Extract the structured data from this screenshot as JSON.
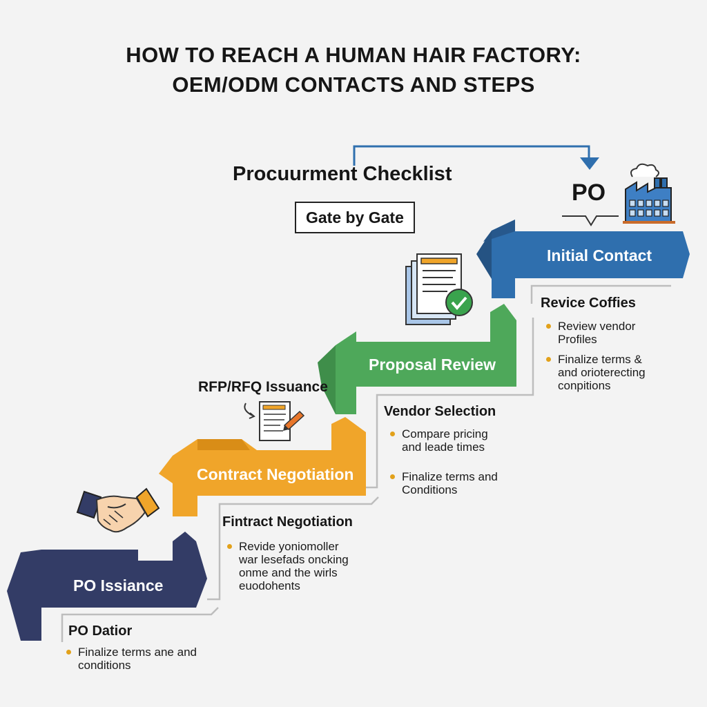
{
  "title_line1": "HOW TO REACH A HUMAN HAIR FACTORY:",
  "title_line2": "OEM/ODM CONTACTS AND STEPS",
  "checklist_heading": "Procuurment Checklist",
  "gate_label": "Gate by Gate",
  "po_label": "PO",
  "rfp_label": "RFP/RFQ Issuance",
  "steps": [
    {
      "label": "Initial Contact",
      "color": "#2f6fae"
    },
    {
      "label": "Proposal Review",
      "color": "#4ea85a"
    },
    {
      "label": "Contract Negotiation",
      "color": "#f0a52a"
    },
    {
      "label": "PO Issiance",
      "color": "#333c66"
    }
  ],
  "sections": [
    {
      "title": "Revice Coffies",
      "bullets": [
        [
          "Review vendor",
          "Profiles"
        ],
        [
          "Finalize terms &",
          "and orioterecting",
          "conpitions"
        ]
      ]
    },
    {
      "title": "Vendor Selection",
      "bullets": [
        [
          "Compare pricing",
          "and leade times"
        ],
        [
          "Finalize terms and",
          "Conditions"
        ]
      ]
    },
    {
      "title": "Fintract Negotiation",
      "bullets": [
        [
          "Revide yoniomoller",
          "war lesefads oncking",
          "onme and the wirls",
          "euodohents"
        ]
      ]
    },
    {
      "title": "PO Datior",
      "bullets": [
        [
          "Finalize terms ane and",
          "conditions"
        ]
      ]
    }
  ],
  "accent_colors": {
    "bullet": "#e2a11a",
    "connector": "#2f6fae",
    "check": "#3aa34d"
  },
  "icons": [
    "factory-icon",
    "documents-check-icon",
    "rfq-document-icon",
    "handshake-icon"
  ]
}
